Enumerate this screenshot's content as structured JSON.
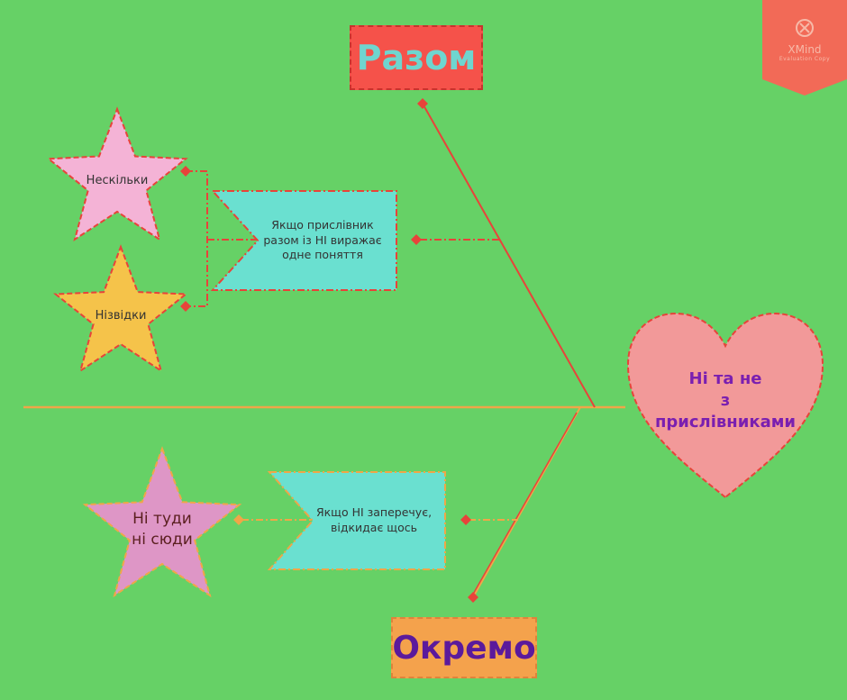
{
  "diagram": {
    "top_category": "Разом",
    "bottom_category": "Окремо",
    "head": "Ні  та не\nз\nприслівниками",
    "top_rule": "Якщо прислівник\nразом із НІ виражає\nодне поняття",
    "top_examples": [
      "Нескільки",
      "Нізвідки"
    ],
    "bottom_rule": "Якщо НІ заперечує,\nвідкидає щось",
    "bottom_examples": [
      "Ні туди\nні сюди"
    ]
  },
  "watermark": {
    "name": "XMind",
    "sub": "Evaluation Copy"
  },
  "colors": {
    "background": "#66d166",
    "top_title_fill": "#f5524a",
    "top_title_text": "#6fd5cf",
    "bottom_title_fill": "#f4a24c",
    "bottom_title_text": "#5b1a9c",
    "heart_fill": "#f29999",
    "heart_text": "#7a1fb0",
    "rule_fill": "#6ae0d0",
    "star_pink": "#f4b3d6",
    "star_yellow": "#f5c34a",
    "star_mauve": "#de96c6",
    "red_line": "#e8433a",
    "orange_line": "#f0a648"
  }
}
